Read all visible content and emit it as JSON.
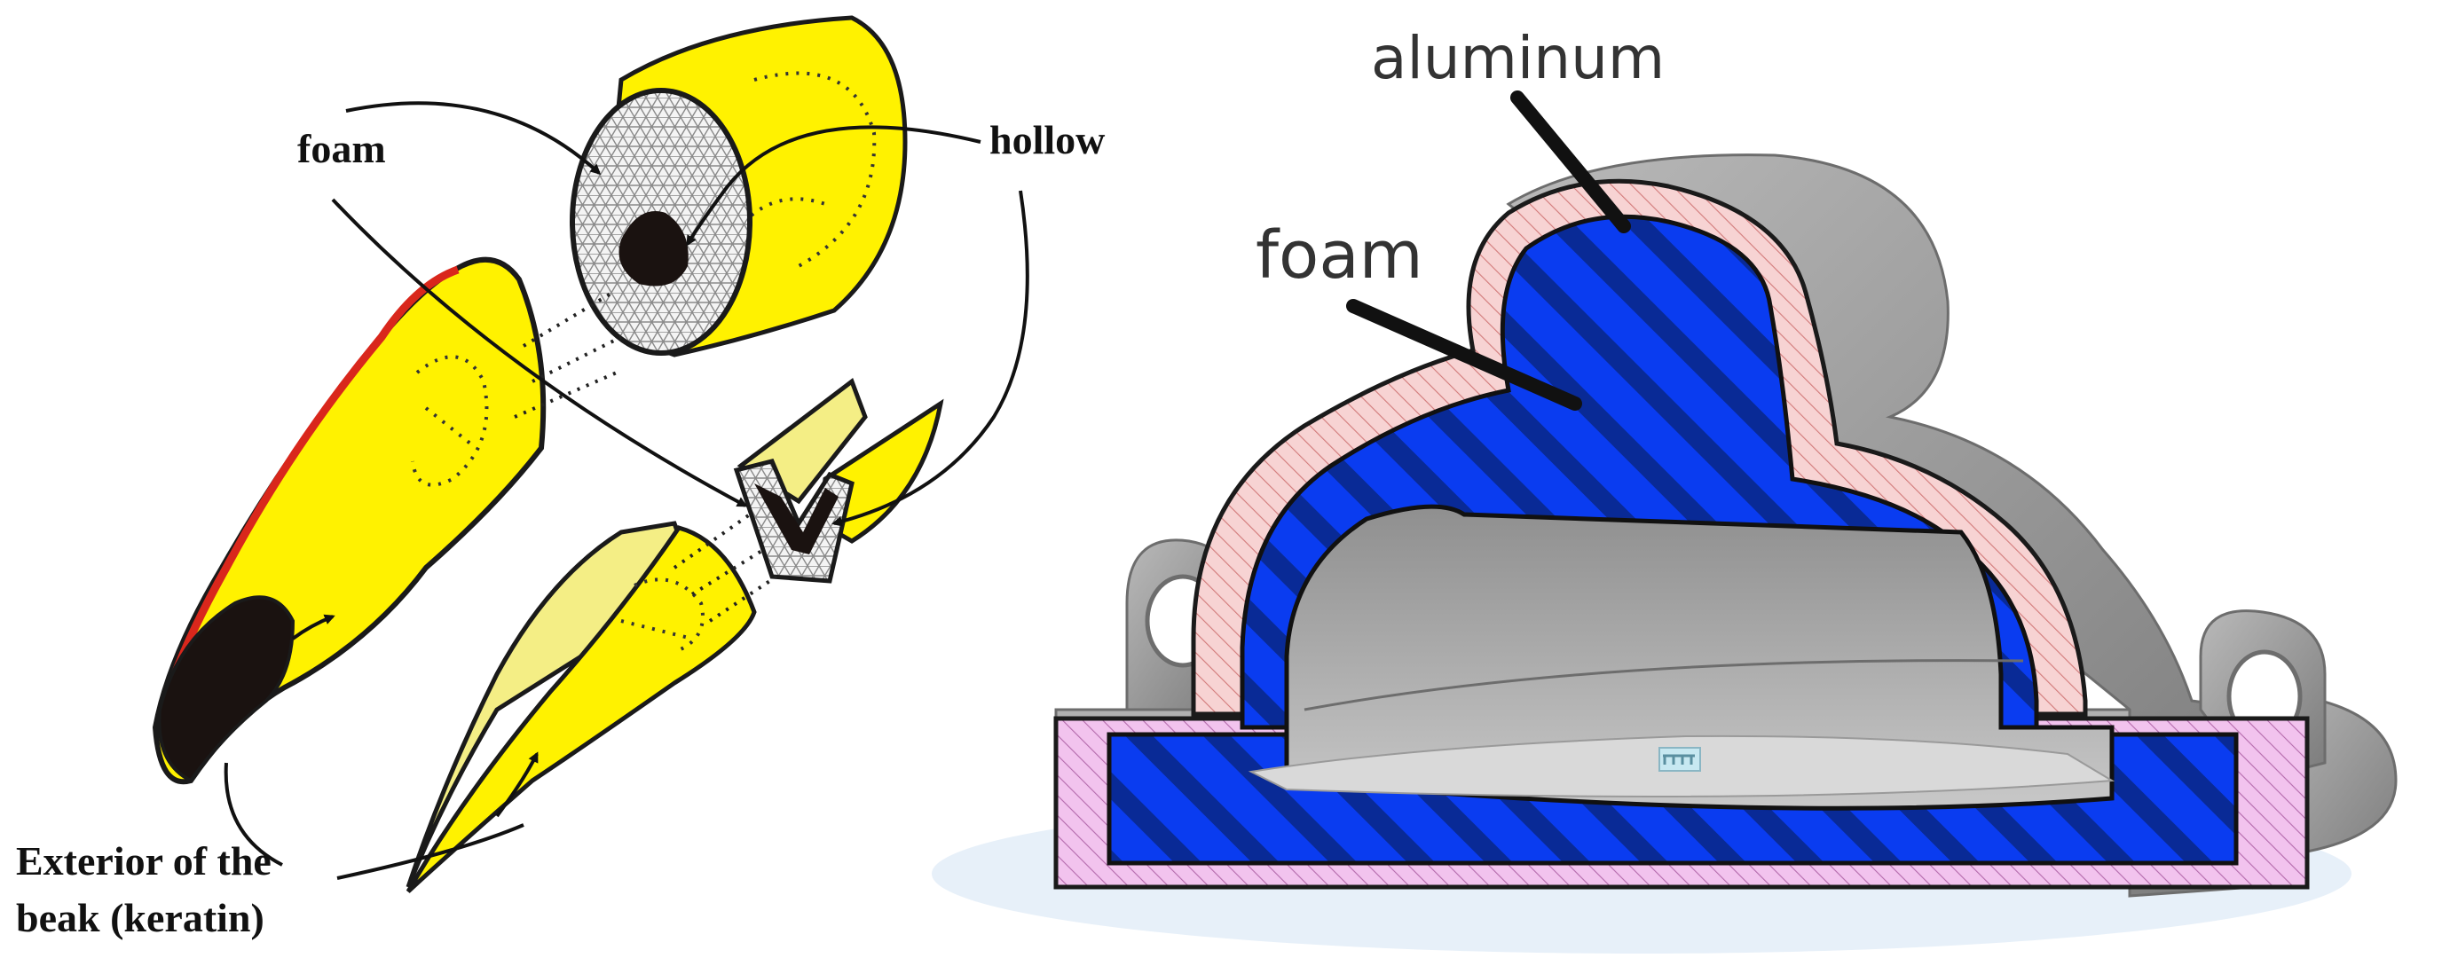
{
  "left_diagram": {
    "labels": {
      "foam": "foam",
      "hollow": "hollow",
      "exterior_line1": "Exterior of the",
      "exterior_line2": "beak (keratin)"
    }
  },
  "right_diagram": {
    "labels": {
      "aluminum": "aluminum",
      "foam": "foam"
    }
  },
  "colors": {
    "keratin_yellow": "#FFF200",
    "keratin_light": "#F4EE85",
    "beak_red": "#D9271C",
    "tip_black": "#1A1210",
    "aluminum_pink": "#F7D3D3",
    "foam_blue": "#0A3CF0",
    "foam_stripe": "#092A96",
    "base_violet": "#F2C3EE",
    "shell_gray": "#9A9A9A",
    "shadow_blue": "#E7F0F9"
  }
}
